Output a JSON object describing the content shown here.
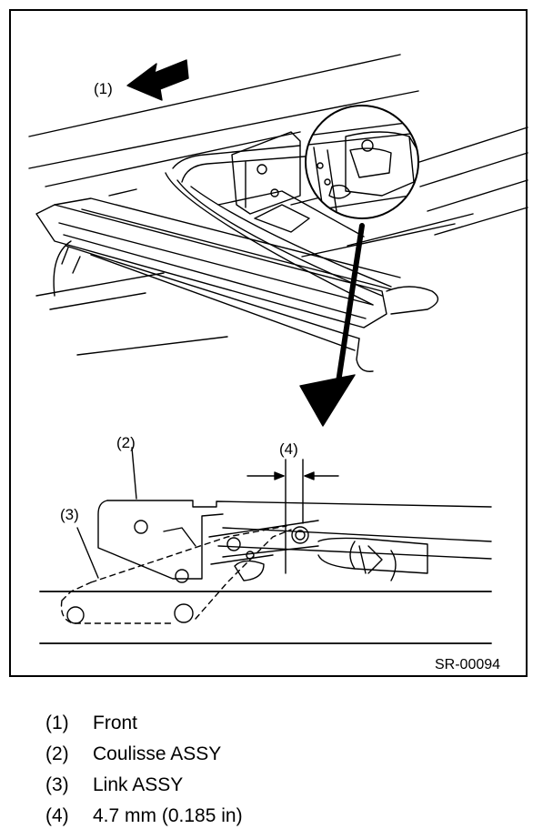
{
  "figure": {
    "callouts": [
      {
        "id": "1",
        "label": "(1)"
      },
      {
        "id": "2",
        "label": "(2)"
      },
      {
        "id": "3",
        "label": "(3)"
      },
      {
        "id": "4",
        "label": "(4)"
      }
    ],
    "figure_code": "SR-00094"
  },
  "legend": [
    {
      "num": "(1)",
      "text": "Front"
    },
    {
      "num": "(2)",
      "text": "Coulisse ASSY"
    },
    {
      "num": "(3)",
      "text": "Link ASSY"
    },
    {
      "num": "(4)",
      "text": "4.7 mm (0.185 in)"
    }
  ]
}
